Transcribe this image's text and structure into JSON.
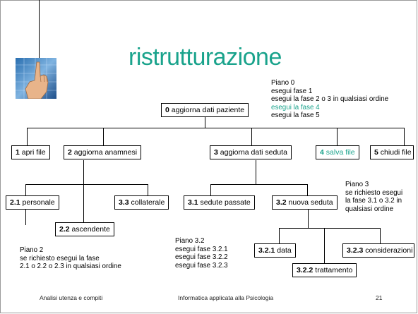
{
  "title": "ristrutturazione",
  "root": {
    "num": "0",
    "label": "aggiorna dati paziente"
  },
  "level1": [
    {
      "num": "1",
      "label": "apri file"
    },
    {
      "num": "2",
      "label": "aggiorna anamnesi"
    },
    {
      "num": "3",
      "label": "aggiorna dati seduta"
    },
    {
      "num": "4",
      "label": "salva file"
    },
    {
      "num": "5",
      "label": "chiudi file"
    }
  ],
  "level2_a": [
    {
      "num": "2.1",
      "label": "personale"
    },
    {
      "num": "2.2",
      "label": "ascendente"
    },
    {
      "num": "3.3",
      "label": "collaterale"
    }
  ],
  "level2_b": [
    {
      "num": "3.1",
      "label": "sedute passate"
    },
    {
      "num": "3.2",
      "label": "nuova seduta"
    }
  ],
  "level3": [
    {
      "num": "3.2.1",
      "label": "data"
    },
    {
      "num": "3.2.2",
      "label": "trattamento"
    },
    {
      "num": "3.2.3",
      "label": "considerazioni"
    }
  ],
  "plans": {
    "p0": [
      "Piano 0",
      "esegui fase 1",
      "esegui la fase 2 o 3 in qualsiasi ordine",
      "esegui la fase 4",
      "esegui la fase 5"
    ],
    "p2": [
      "Piano 2",
      "se richiesto esegui la fase",
      "2.1 o 2.2 o 2.3 in qualsiasi ordine"
    ],
    "p3": [
      "Piano 3",
      "se richiesto esegui",
      "la fase 3.1 o 3.2 in",
      "qualsiasi ordine"
    ],
    "p32": [
      "Piano 3.2",
      "esegui fase 3.2.1",
      "esegui fase 3.2.2",
      "esegui fase 3.2.3"
    ]
  },
  "footer": {
    "left": "Analisi utenza e compiti",
    "center": "Informatica applicata alla Psicologia",
    "page": "21"
  },
  "colors": {
    "accent": "#1aa38c"
  },
  "icons": {
    "logo": "hand-touch-icon"
  }
}
